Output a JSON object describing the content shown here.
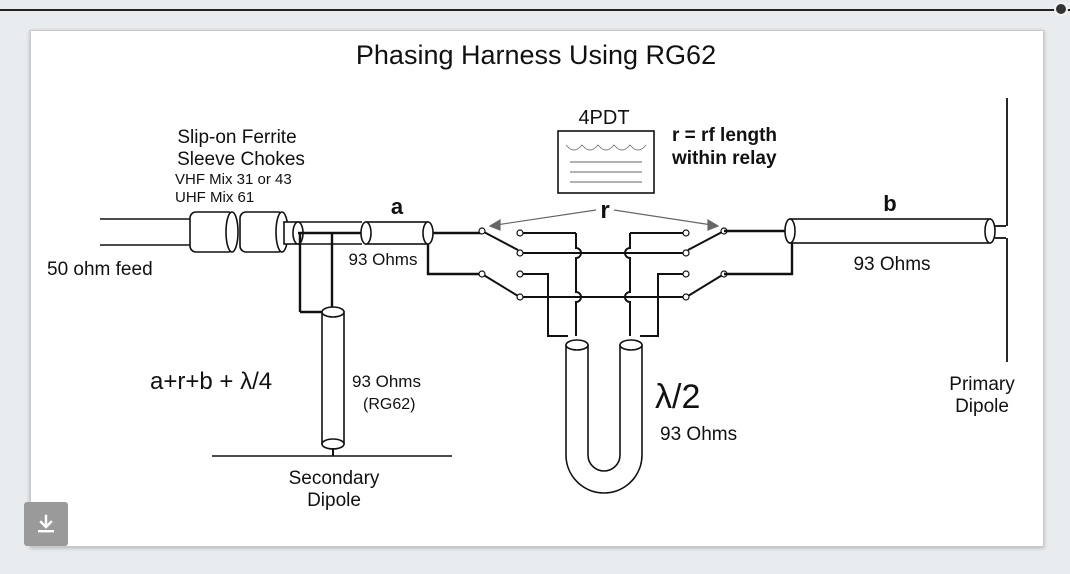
{
  "diagram": {
    "title": "Phasing Harness Using RG62",
    "chokes": {
      "line1": "Slip-on Ferrite",
      "line2": "Sleeve Chokes",
      "line3": "VHF Mix 31 or 43",
      "line4": "UHF Mix 61"
    },
    "feed_label": "50 ohm feed",
    "relay_label": "4PDT",
    "r_note": {
      "line1": "r = rf length",
      "line2": "within relay"
    },
    "label_a": "a",
    "label_r": "r",
    "label_b": "b",
    "imp_a": "93 Ohms",
    "imp_b": "93 Ohms",
    "imp_stub": "93 Ohms",
    "stub_cable": "(RG62)",
    "formula": "a+r+b + λ/4",
    "halfwave": "λ/2",
    "imp_halfwave": "93 Ohms",
    "secondary": {
      "line1": "Secondary",
      "line2": "Dipole"
    },
    "primary": {
      "line1": "Primary",
      "line2": "Dipole"
    }
  },
  "controls": {
    "download_icon": "download-icon"
  }
}
